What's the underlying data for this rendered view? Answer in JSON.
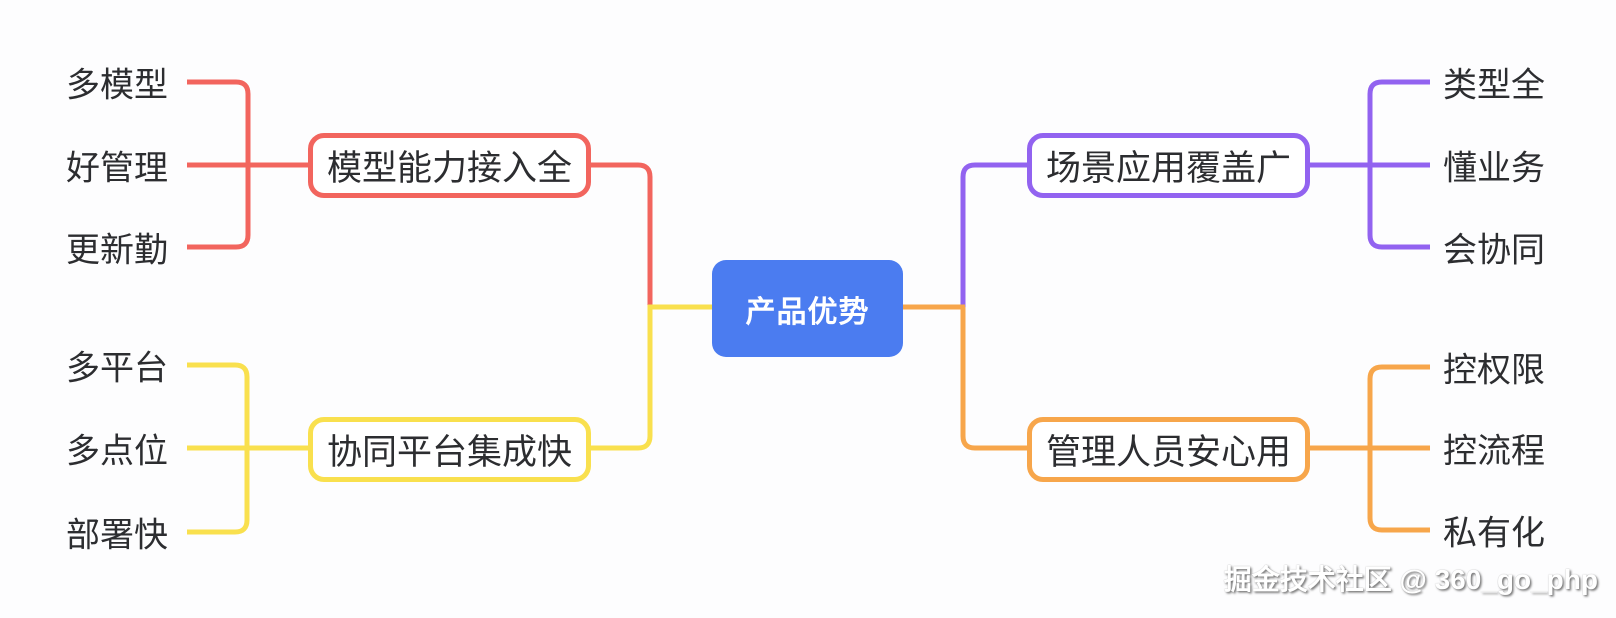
{
  "background": "#fdfdfe",
  "text_color": "#2c2d30",
  "center": {
    "label": "产品优势",
    "bg_color": "#4b7cf0",
    "text_color": "#ffffff"
  },
  "colors": {
    "red": "#f2655e",
    "yellow": "#f9e04e",
    "purple": "#9263f0",
    "orange": "#f7a64b"
  },
  "branches": [
    {
      "label": "模型能力接入全",
      "color": "#f2655e",
      "side": "left",
      "position": "top",
      "children": [
        "多模型",
        "好管理",
        "更新勤"
      ]
    },
    {
      "label": "协同平台集成快",
      "color": "#f9e04e",
      "side": "left",
      "position": "bottom",
      "children": [
        "多平台",
        "多点位",
        "部署快"
      ]
    },
    {
      "label": "场景应用覆盖广",
      "color": "#9263f0",
      "side": "right",
      "position": "top",
      "children": [
        "类型全",
        "懂业务",
        "会协同"
      ]
    },
    {
      "label": "管理人员安心用",
      "color": "#f7a64b",
      "side": "right",
      "position": "bottom",
      "children": [
        "控权限",
        "控流程",
        "私有化"
      ]
    }
  ],
  "watermark": "掘金技术社区 @ 360_go_php"
}
